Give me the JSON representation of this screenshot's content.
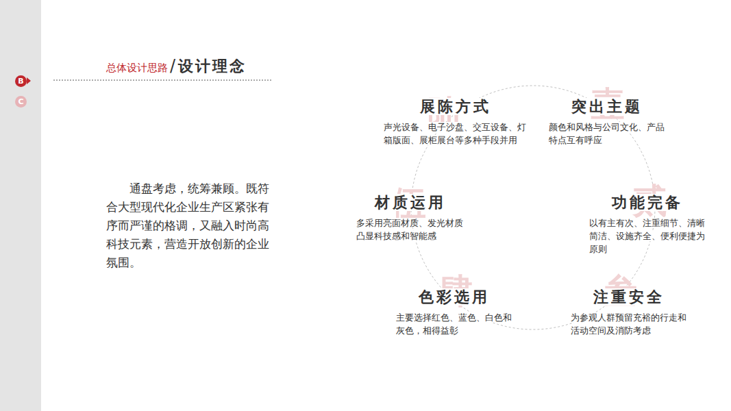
{
  "diagram": {
    "title": "设计理念",
    "nodes": [
      {
        "text": [
          "展陈方式",
          "声光设备、电子沙盘、交互设备、灯箱版面、展柜展台等多种手段并用"
        ]
      },
      {
        "text": [
          "突出主题",
          "颜色和风格与公司文化、产品特点互有呼应"
        ]
      },
      {
        "text": [
          "材质运用",
          "多采用亮面材质、发光材质凸显科技感和智能感"
        ]
      },
      {
        "text": [
          "功能完备",
          "以有主有次、注重细节、清晰简洁、设施齐全、便利便捷为原则"
        ]
      },
      {
        "text": [
          "色彩选用",
          "主要选择红色、蓝色、白色和灰色，相得益彰"
        ]
      },
      {
        "text": [
          "注重安全",
          "为参观人群预留充裕的行走和活动空间及消防考虑"
        ]
      }
    ],
    "labels": [
      "总体设计思路",
      "/",
      "B",
      "C",
      "通盘考虑，统筹兼顾。既符合大型现代化企业生产区紧张有序而严谨的格调，又融入时尚高科技元素，营造开放创新的企业氛围。",
      "陆",
      "壹",
      "伍",
      "贰",
      "肆",
      "叁"
    ]
  }
}
